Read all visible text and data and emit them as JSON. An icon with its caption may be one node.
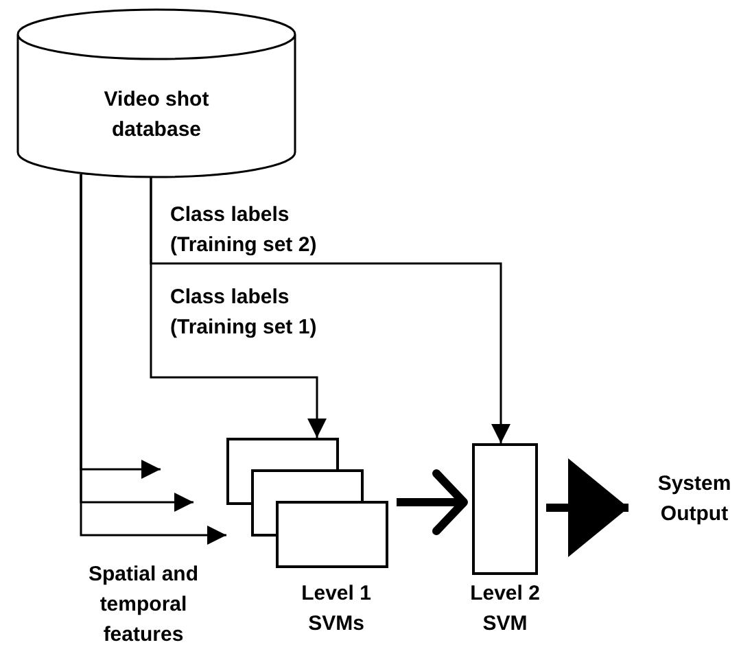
{
  "diagram": {
    "nodes": [
      {
        "text": [
          "Video shot database"
        ]
      },
      {
        "text": [],
        "shape": "box",
        "beside": [
          "Level 1 SVMs"
        ]
      },
      {
        "text": [],
        "shape": "box",
        "beside": [
          "Level 2 SVM"
        ]
      },
      {
        "text": [
          "System Output"
        ]
      }
    ],
    "edges": [
      {
        "from": 0,
        "to": 1,
        "arrow": "to"
      },
      {
        "from": 0,
        "to": 1,
        "arrow": "to"
      },
      {
        "from": 0,
        "to": 1,
        "arrow": "to"
      },
      {
        "from": 0,
        "to": 2,
        "arrow": "to",
        "label": "Class labels (Training set 2)"
      },
      {
        "from": 0,
        "to": 1,
        "arrow": "to",
        "label": "Class labels (Training set 1)"
      },
      {
        "from": 1,
        "to": 2,
        "arrow": "to",
        "style": "thick"
      },
      {
        "from": 2,
        "to": 3,
        "arrow": "to",
        "style": "thick"
      }
    ],
    "labels": [
      "Spatial and temporal features"
    ]
  }
}
